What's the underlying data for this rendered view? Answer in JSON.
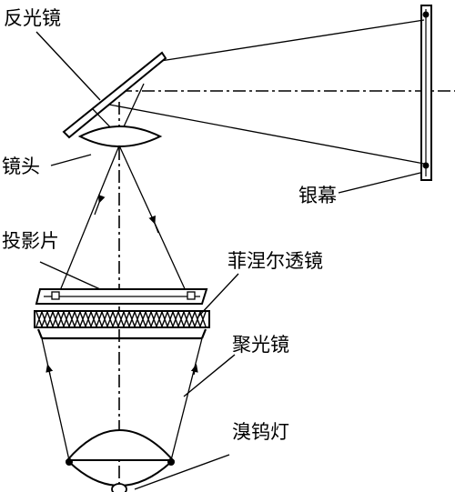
{
  "labels": {
    "reflector": "反光镜",
    "lens": "镜头",
    "screen": "银幕",
    "slide": "投影片",
    "fresnel": "菲涅尔透镜",
    "condenser": "聚光镜",
    "lamp": "溴钨灯"
  }
}
